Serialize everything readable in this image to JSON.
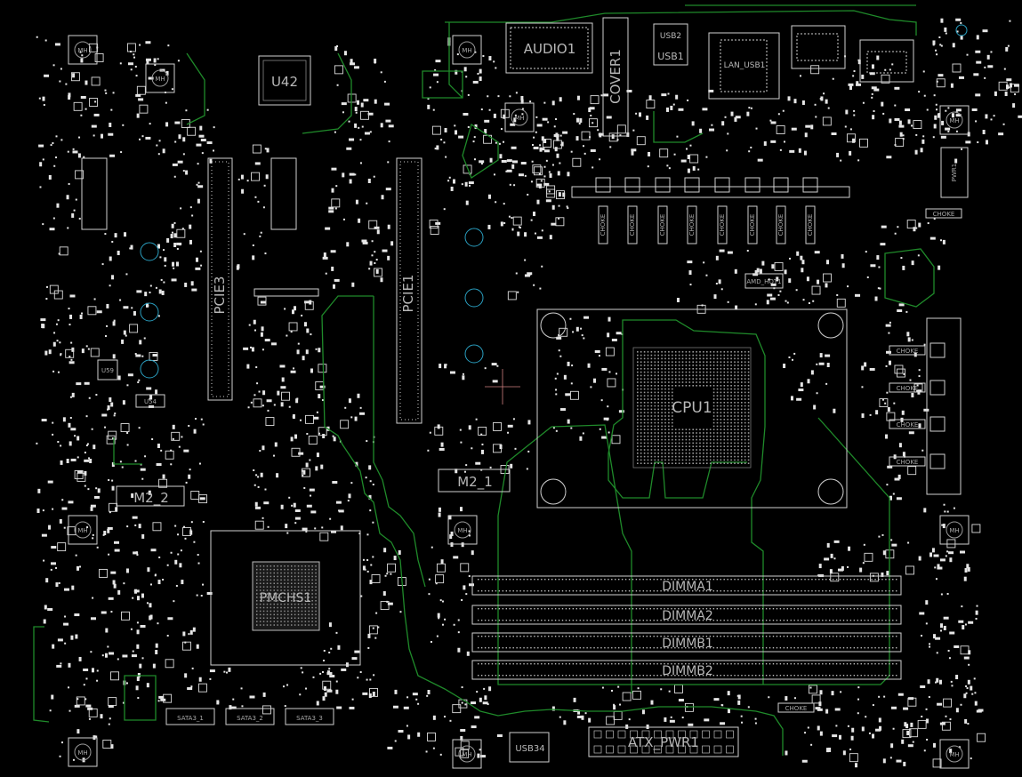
{
  "board": {
    "colors": {
      "background": "#000000",
      "silkscreen": "#d0d0d0",
      "copper_trace": "#1f8a2a",
      "mounting_hole": "#2a9fc0",
      "pad": "#e6e6e6"
    },
    "labels": {
      "u42": "U42",
      "audio": "AUDIO1",
      "cover": "COVER1",
      "usb2": "USB2",
      "usb1": "USB1",
      "lan": "LAN_USB1",
      "pcie3": "PCIE3",
      "pcie1": "PCIE1",
      "m2_1": "M2_1",
      "m2_2": "M2_2",
      "cpu": "CPU1",
      "pmchs": "PMCHS1",
      "dimm_a1": "DIMMA1",
      "dimm_a2": "DIMMA2",
      "dimm_b1": "DIMMB1",
      "dimm_b2": "DIMMB2",
      "atx": "ATX_PWR1",
      "sata1": "SATA3_1",
      "sata2": "SATA3_2",
      "sata3": "SATA3_3",
      "usb34": "USB34",
      "u54": "U54",
      "u59": "U59",
      "amd_hot": "AMD_HOT1",
      "choke": "CHOKE",
      "mh": "MH",
      "pwr": "PWR1"
    }
  }
}
